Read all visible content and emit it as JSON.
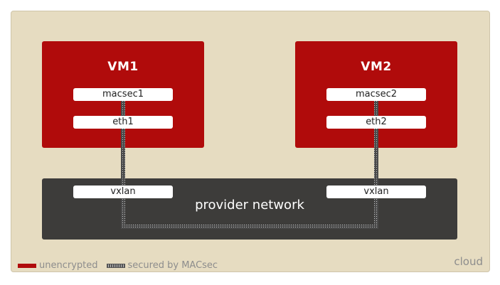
{
  "vm1": {
    "title": "VM1",
    "macsec": "macsec1",
    "eth": "eth1"
  },
  "vm2": {
    "title": "VM2",
    "macsec": "macsec2",
    "eth": "eth2"
  },
  "provider": {
    "label": "provider network",
    "left_vxlan": "vxlan",
    "right_vxlan": "vxlan"
  },
  "cloud": {
    "label": "cloud"
  },
  "legend": {
    "unencrypted": "unencrypted",
    "secured": "secured by MACsec"
  },
  "colors": {
    "vm": "#b00b0b",
    "provider": "#3d3c3a",
    "cloud": "#e6dcc1"
  }
}
